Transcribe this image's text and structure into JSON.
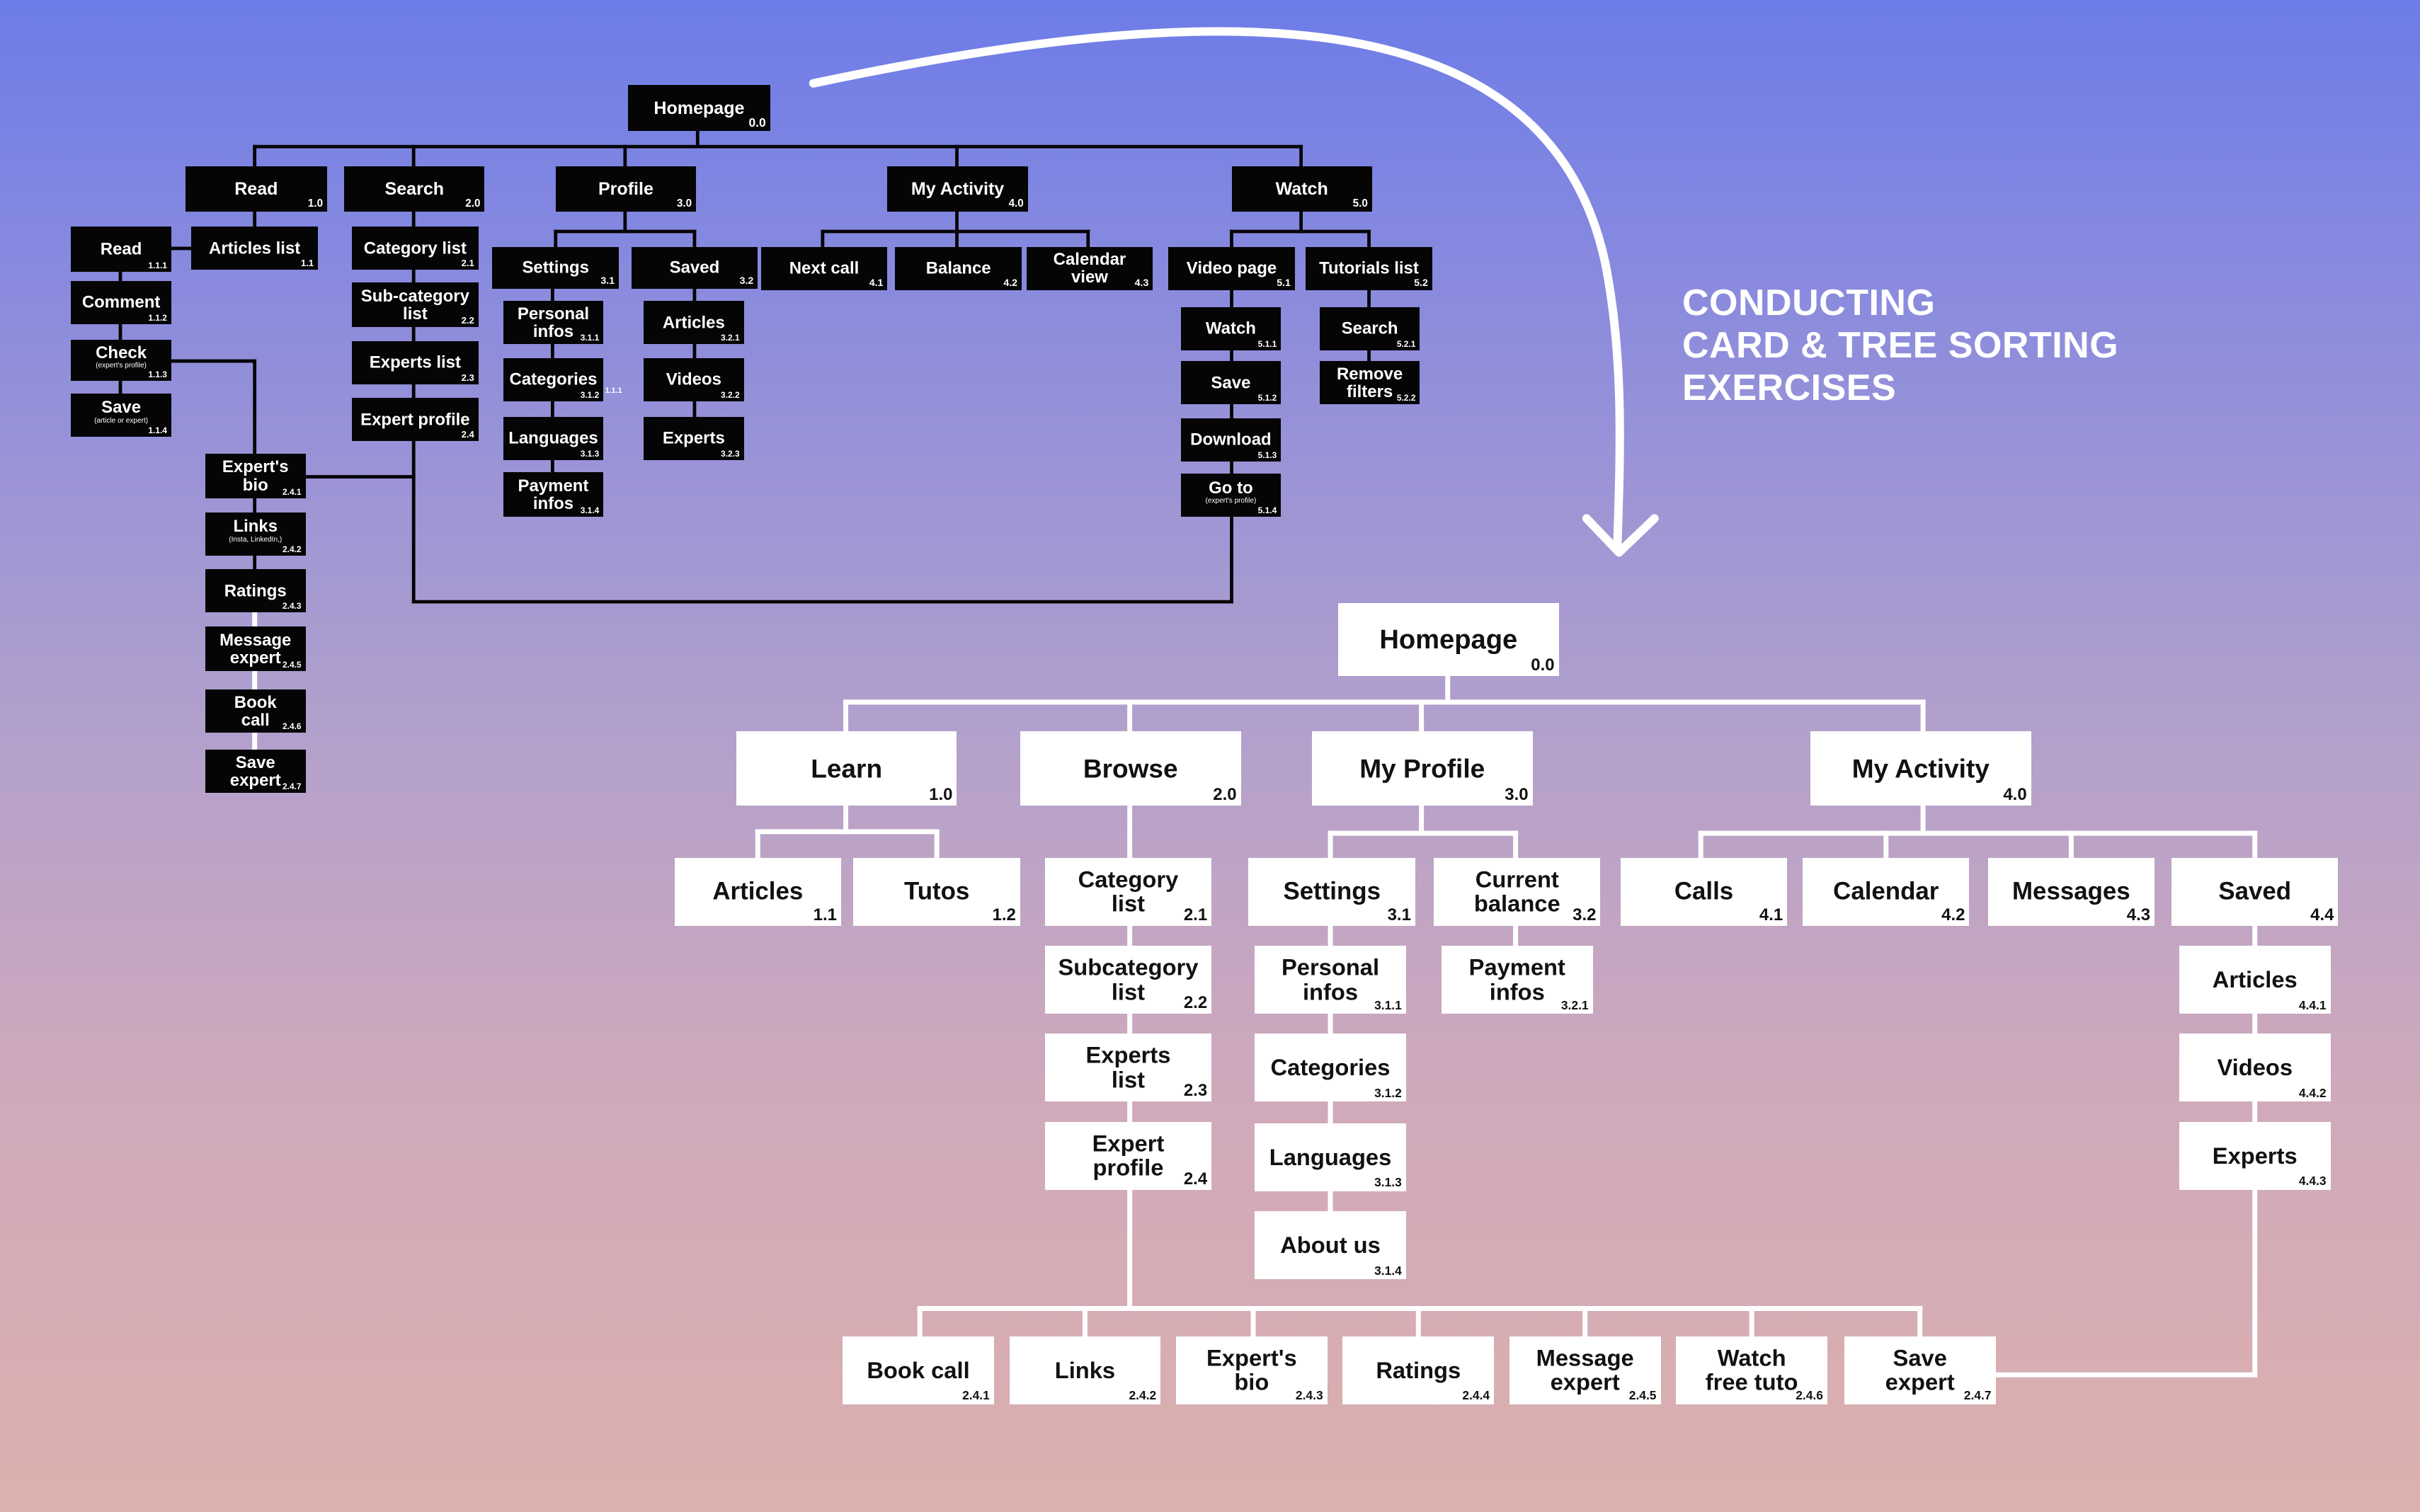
{
  "title": "CONDUCTING\nCARD & TREE SORTING\nEXERCISES",
  "colors": {
    "dark_box": "#050505",
    "light_box": "#ffffff",
    "line": "#ffffff",
    "arrow": "#ffffff"
  },
  "before_tree": [
    {
      "id": "b0",
      "label": "Homepage",
      "num": "0.0"
    },
    {
      "id": "b1",
      "label": "Read",
      "num": "1.0"
    },
    {
      "id": "b2",
      "label": "Search",
      "num": "2.0"
    },
    {
      "id": "b3",
      "label": "Profile",
      "num": "3.0"
    },
    {
      "id": "b4",
      "label": "My Activity",
      "num": "4.0"
    },
    {
      "id": "b5",
      "label": "Watch",
      "num": "5.0"
    },
    {
      "id": "b11",
      "label": "Articles list",
      "num": "1.1"
    },
    {
      "id": "b111",
      "label": "Read",
      "num": "1.1.1"
    },
    {
      "id": "b112",
      "label": "Comment",
      "num": "1.1.2"
    },
    {
      "id": "b113",
      "label": "Check",
      "sub": "(expert's profile)",
      "num": "1.1.3"
    },
    {
      "id": "b114",
      "label": "Save",
      "sub": "(article or expert)",
      "num": "1.1.4"
    },
    {
      "id": "b21",
      "label": "Category list",
      "num": "2.1"
    },
    {
      "id": "b22",
      "label": "Sub-category\nlist",
      "num": "2.2"
    },
    {
      "id": "b23",
      "label": "Experts list",
      "num": "2.3"
    },
    {
      "id": "b24",
      "label": "Expert profile",
      "num": "2.4"
    },
    {
      "id": "b241",
      "label": "Expert's\nbio",
      "num": "2.4.1"
    },
    {
      "id": "b242",
      "label": "Links",
      "sub": "(Insta, LinkedIn,)",
      "num": "2.4.2"
    },
    {
      "id": "b243",
      "label": "Ratings",
      "num": "2.4.3"
    },
    {
      "id": "b244",
      "label": "Message\nexpert",
      "num": "2.4.5"
    },
    {
      "id": "b245",
      "label": "Book\ncall",
      "num": "2.4.6"
    },
    {
      "id": "b246",
      "label": "Save\nexpert",
      "num": "2.4.7"
    },
    {
      "id": "b31",
      "label": "Settings",
      "num": "3.1"
    },
    {
      "id": "b32",
      "label": "Saved",
      "num": "3.2"
    },
    {
      "id": "b311",
      "label": "Personal\ninfos",
      "num": "3.1.1"
    },
    {
      "id": "b312",
      "label": "Categories",
      "num": "3.1.2",
      "num2": "1.1.1"
    },
    {
      "id": "b313",
      "label": "Languages",
      "num": "3.1.3"
    },
    {
      "id": "b314",
      "label": "Payment\ninfos",
      "num": "3.1.4"
    },
    {
      "id": "b321",
      "label": "Articles",
      "num": "3.2.1"
    },
    {
      "id": "b322",
      "label": "Videos",
      "num": "3.2.2"
    },
    {
      "id": "b323",
      "label": "Experts",
      "num": "3.2.3"
    },
    {
      "id": "b41",
      "label": "Next call",
      "num": "4.1"
    },
    {
      "id": "b42",
      "label": "Balance",
      "num": "4.2"
    },
    {
      "id": "b43",
      "label": "Calendar\nview",
      "num": "4.3"
    },
    {
      "id": "b51",
      "label": "Video page",
      "num": "5.1"
    },
    {
      "id": "b52",
      "label": "Tutorials list",
      "num": "5.2"
    },
    {
      "id": "b511",
      "label": "Watch",
      "num": "5.1.1"
    },
    {
      "id": "b512",
      "label": "Save",
      "num": "5.1.2"
    },
    {
      "id": "b513",
      "label": "Download",
      "num": "5.1.3"
    },
    {
      "id": "b514",
      "label": "Go to",
      "sub": "(expert's profile)",
      "num": "5.1.4"
    },
    {
      "id": "b521",
      "label": "Search",
      "num": "5.2.1"
    },
    {
      "id": "b522",
      "label": "Remove\nfilters",
      "num": "5.2.2"
    }
  ],
  "after_tree": [
    {
      "id": "a0",
      "label": "Homepage",
      "num": "0.0"
    },
    {
      "id": "a1",
      "label": "Learn",
      "num": "1.0"
    },
    {
      "id": "a2",
      "label": "Browse",
      "num": "2.0"
    },
    {
      "id": "a3",
      "label": "My Profile",
      "num": "3.0"
    },
    {
      "id": "a4",
      "label": "My Activity",
      "num": "4.0"
    },
    {
      "id": "a11",
      "label": "Articles",
      "num": "1.1"
    },
    {
      "id": "a12",
      "label": "Tutos",
      "num": "1.2"
    },
    {
      "id": "a21",
      "label": "Category\nlist",
      "num": "2.1"
    },
    {
      "id": "a22",
      "label": "Subcategory\nlist",
      "num": "2.2"
    },
    {
      "id": "a23",
      "label": "Experts\nlist",
      "num": "2.3"
    },
    {
      "id": "a24",
      "label": "Expert\nprofile",
      "num": "2.4"
    },
    {
      "id": "a31",
      "label": "Settings",
      "num": "3.1"
    },
    {
      "id": "a32",
      "label": "Current\nbalance",
      "num": "3.2"
    },
    {
      "id": "a311",
      "label": "Personal\ninfos",
      "num": "3.1.1"
    },
    {
      "id": "a312",
      "label": "Categories",
      "num": "3.1.2"
    },
    {
      "id": "a313",
      "label": "Languages",
      "num": "3.1.3"
    },
    {
      "id": "a314",
      "label": "About us",
      "num": "3.1.4"
    },
    {
      "id": "a321",
      "label": "Payment\ninfos",
      "num": "3.2.1"
    },
    {
      "id": "a41",
      "label": "Calls",
      "num": "4.1"
    },
    {
      "id": "a42",
      "label": "Calendar",
      "num": "4.2"
    },
    {
      "id": "a43",
      "label": "Messages",
      "num": "4.3"
    },
    {
      "id": "a44",
      "label": "Saved",
      "num": "4.4"
    },
    {
      "id": "a441",
      "label": "Articles",
      "num": "4.4.1"
    },
    {
      "id": "a442",
      "label": "Videos",
      "num": "4.4.2"
    },
    {
      "id": "a443",
      "label": "Experts",
      "num": "4.4.3"
    },
    {
      "id": "a241",
      "label": "Book call",
      "num": "2.4.1"
    },
    {
      "id": "a242",
      "label": "Links",
      "num": "2.4.2"
    },
    {
      "id": "a243",
      "label": "Expert's\nbio",
      "num": "2.4.3"
    },
    {
      "id": "a244",
      "label": "Ratings",
      "num": "2.4.4"
    },
    {
      "id": "a245",
      "label": "Message\nexpert",
      "num": "2.4.5"
    },
    {
      "id": "a246",
      "label": "Watch\nfree tuto",
      "num": "2.4.6"
    },
    {
      "id": "a247",
      "label": "Save\nexpert",
      "num": "2.4.7"
    }
  ]
}
